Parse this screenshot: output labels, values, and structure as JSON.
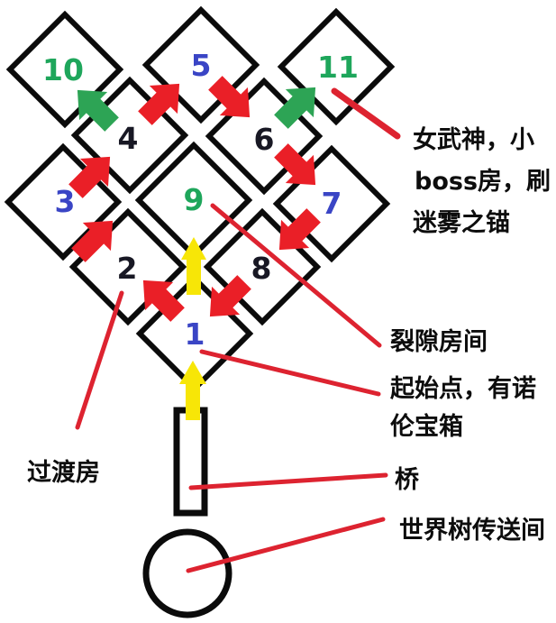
{
  "title": "dungeon-room-map",
  "colors": {
    "red": "#ea1f27",
    "green": "#2da455",
    "yellow": "#f7e607",
    "line_red": "#dd2330",
    "outline": "#0b0b0b",
    "blue_number": "#3a45c5",
    "dark_number": "#181824",
    "green_number": "#1ea65b"
  },
  "rooms": [
    {
      "number": "1",
      "color": "#3a45c5"
    },
    {
      "number": "2",
      "color": "#181824"
    },
    {
      "number": "3",
      "color": "#3a45c5"
    },
    {
      "number": "4",
      "color": "#181824"
    },
    {
      "number": "5",
      "color": "#3a45c5"
    },
    {
      "number": "6",
      "color": "#181824"
    },
    {
      "number": "7",
      "color": "#3a45c5"
    },
    {
      "number": "8",
      "color": "#181824"
    },
    {
      "number": "9",
      "color": "#1ea65b"
    },
    {
      "number": "10",
      "color": "#1ea65b"
    },
    {
      "number": "11",
      "color": "#1ea65b"
    }
  ],
  "annotations": {
    "boss_room_lines": [
      "女武神，小",
      "boss房，刷",
      "迷雾之锚"
    ],
    "rift_room": "裂隙房间",
    "start_point_lines": [
      "起始点，有诺",
      "伦宝箱"
    ],
    "bridge": "桥",
    "world_tree": "世界树传送间",
    "transition_room": "过渡房"
  }
}
